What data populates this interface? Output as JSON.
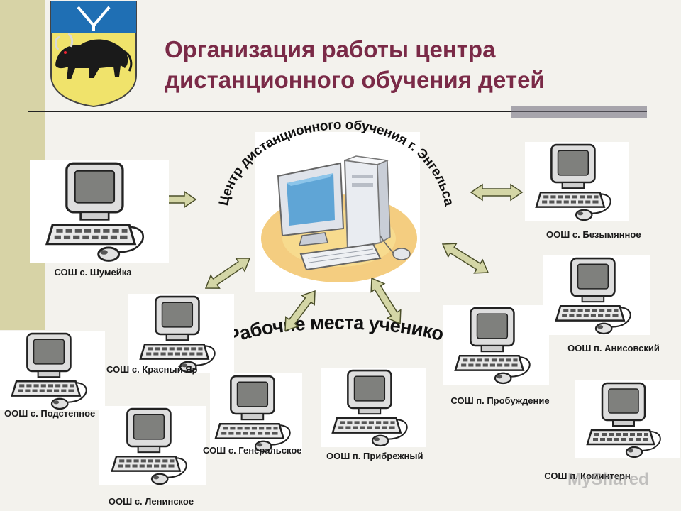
{
  "title": {
    "line1": "Организация работы центра",
    "line2": "дистанционного обучения детей"
  },
  "center": {
    "label": "Центр дистанционного обучения г. Энгельса",
    "caption": "Рабочие места учеников"
  },
  "nodes": [
    {
      "id": "shumeyka",
      "label": "СОШ с. Шумейка"
    },
    {
      "id": "krasny-yar",
      "label": "СОШ с. Красный Яр"
    },
    {
      "id": "podstepnoe",
      "label": "ООШ с. Подстепное"
    },
    {
      "id": "leninskoe",
      "label": "ООШ с. Ленинское"
    },
    {
      "id": "generalskoe",
      "label": "СОШ с. Генеральское"
    },
    {
      "id": "pribrezhny",
      "label": "ООШ п. Прибрежный"
    },
    {
      "id": "probuzhdenie",
      "label": "СОШ п. Пробуждение"
    },
    {
      "id": "bezymyannoe",
      "label": "ООШ с. Безымянное"
    },
    {
      "id": "anisovsky",
      "label": "ООШ п. Анисовский"
    },
    {
      "id": "komintern",
      "label": "СОШ п. Коминтерн"
    }
  ],
  "watermark": "MyShared",
  "colors": {
    "title": "#7a2a47",
    "arrow_fill": "#d4d6a6",
    "arrow_stroke": "#4b4f2a",
    "band": "#d7d3a6"
  },
  "icons": [
    "computer-icon",
    "coat-of-arms-icon"
  ]
}
